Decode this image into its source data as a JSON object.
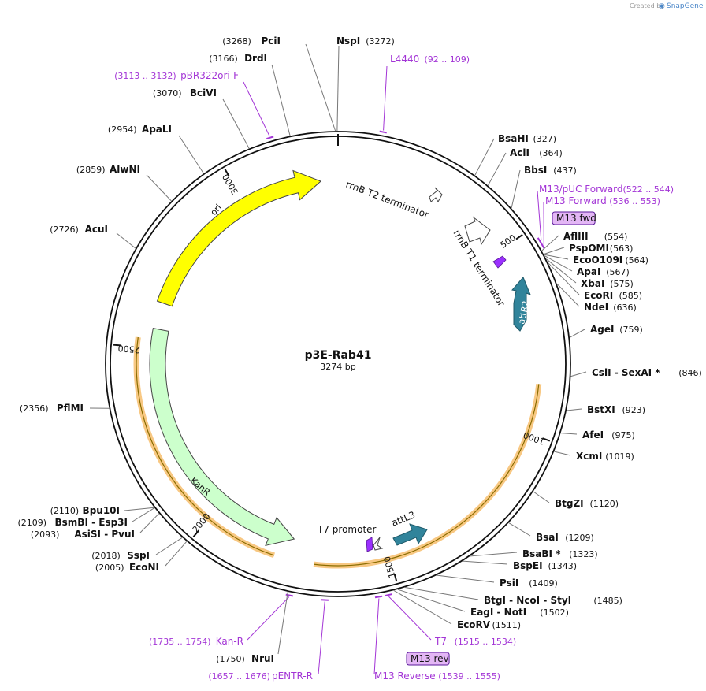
{
  "watermark": {
    "prefix": "Created by",
    "brand": "SnapGene"
  },
  "plasmid": {
    "name": "p3E-Rab41",
    "size_label": "3274 bp",
    "total_bp": 3274
  },
  "ticks": [
    "500",
    "1000",
    "1500",
    "2000",
    "2500",
    "3000"
  ],
  "sites": [
    {
      "name": "PciI",
      "pos": "(3268)",
      "bp": 3268
    },
    {
      "name": "NspI",
      "pos": "(3272)",
      "bp": 3272
    },
    {
      "name": "DrdI",
      "pos": "(3166)",
      "bp": 3166
    },
    {
      "name": "BciVI",
      "pos": "(3070)",
      "bp": 3070
    },
    {
      "name": "ApaLI",
      "pos": "(2954)",
      "bp": 2954
    },
    {
      "name": "AlwNI",
      "pos": "(2859)",
      "bp": 2859
    },
    {
      "name": "AcuI",
      "pos": "(2726)",
      "bp": 2726
    },
    {
      "name": "PflMI",
      "pos": "(2356)",
      "bp": 2356
    },
    {
      "name": "Bpu10I",
      "pos": "(2110)",
      "bp": 2110
    },
    {
      "name": "BsmBI - Esp3I",
      "pos": "(2109)",
      "bp": 2109
    },
    {
      "name": "AsiSI - PvuI",
      "pos": "(2093)",
      "bp": 2093
    },
    {
      "name": "SspI",
      "pos": "(2018)",
      "bp": 2018
    },
    {
      "name": "EcoNI",
      "pos": "(2005)",
      "bp": 2005
    },
    {
      "name": "NruI",
      "pos": "(1750)",
      "bp": 1750
    },
    {
      "name": "EcoRV",
      "pos": "(1511)",
      "bp": 1511
    },
    {
      "name": "EagI - NotI",
      "pos": "(1502)",
      "bp": 1502
    },
    {
      "name": "BtgI - NcoI - StyI",
      "pos": "(1485)",
      "bp": 1485
    },
    {
      "name": "PsiI",
      "pos": "(1409)",
      "bp": 1409
    },
    {
      "name": "BspEI",
      "pos": "(1343)",
      "bp": 1343
    },
    {
      "name": "BsaBI *",
      "pos": "(1323)",
      "bp": 1323
    },
    {
      "name": "BsaI",
      "pos": "(1209)",
      "bp": 1209
    },
    {
      "name": "BtgZI",
      "pos": "(1120)",
      "bp": 1120
    },
    {
      "name": "XcmI",
      "pos": "(1019)",
      "bp": 1019
    },
    {
      "name": "AfeI",
      "pos": "(975)",
      "bp": 975
    },
    {
      "name": "BstXI",
      "pos": "(923)",
      "bp": 923
    },
    {
      "name": "CsiI - SexAI *",
      "pos": "(846)",
      "bp": 846
    },
    {
      "name": "AgeI",
      "pos": "(759)",
      "bp": 759
    },
    {
      "name": "NdeI",
      "pos": "(636)",
      "bp": 636
    },
    {
      "name": "EcoRI",
      "pos": "(585)",
      "bp": 585
    },
    {
      "name": "XbaI",
      "pos": "(575)",
      "bp": 575
    },
    {
      "name": "ApaI",
      "pos": "(567)",
      "bp": 567
    },
    {
      "name": "EcoO109I",
      "pos": "(564)",
      "bp": 564
    },
    {
      "name": "PspOMI",
      "pos": "(563)",
      "bp": 563
    },
    {
      "name": "AflIII",
      "pos": "(554)",
      "bp": 554
    },
    {
      "name": "BbsI",
      "pos": "(437)",
      "bp": 437
    },
    {
      "name": "AclI",
      "pos": "(364)",
      "bp": 364
    },
    {
      "name": "BsaHI",
      "pos": "(327)",
      "bp": 327
    }
  ],
  "primers": [
    {
      "name": "L4440",
      "range": "(92 .. 109)"
    },
    {
      "name": "pBR322ori-F",
      "range": "(3113 .. 3132)"
    },
    {
      "name": "M13/pUC Forward",
      "range": "(522 .. 544)"
    },
    {
      "name": "M13 Forward",
      "range": "(536 .. 553)"
    },
    {
      "name": "M13 fwd",
      "range": ""
    },
    {
      "name": "T7",
      "range": "(1515 .. 1534)"
    },
    {
      "name": "M13 rev",
      "range": ""
    },
    {
      "name": "M13 Reverse",
      "range": "(1539 .. 1555)"
    },
    {
      "name": "Kan-R",
      "range": "(1735 .. 1754)"
    },
    {
      "name": "pENTR-R",
      "range": "(1657 .. 1676)"
    }
  ],
  "features": [
    {
      "name": "ori",
      "color": "#ffff00"
    },
    {
      "name": "KanR",
      "color": "#ccffcc"
    },
    {
      "name": "attL3",
      "color": "#31849b"
    },
    {
      "name": "attR2",
      "color": "#31849b"
    },
    {
      "name": "T7 promoter",
      "color": "#ffffff"
    },
    {
      "name": "rrnB T2 terminator",
      "color": "#ffffff"
    },
    {
      "name": "rrnB T1 terminator",
      "color": "#ffffff"
    },
    {
      "name": "primer-bind",
      "color": "#9b30ff"
    },
    {
      "name": "insert-highlight",
      "color": "#f7be6d"
    }
  ]
}
